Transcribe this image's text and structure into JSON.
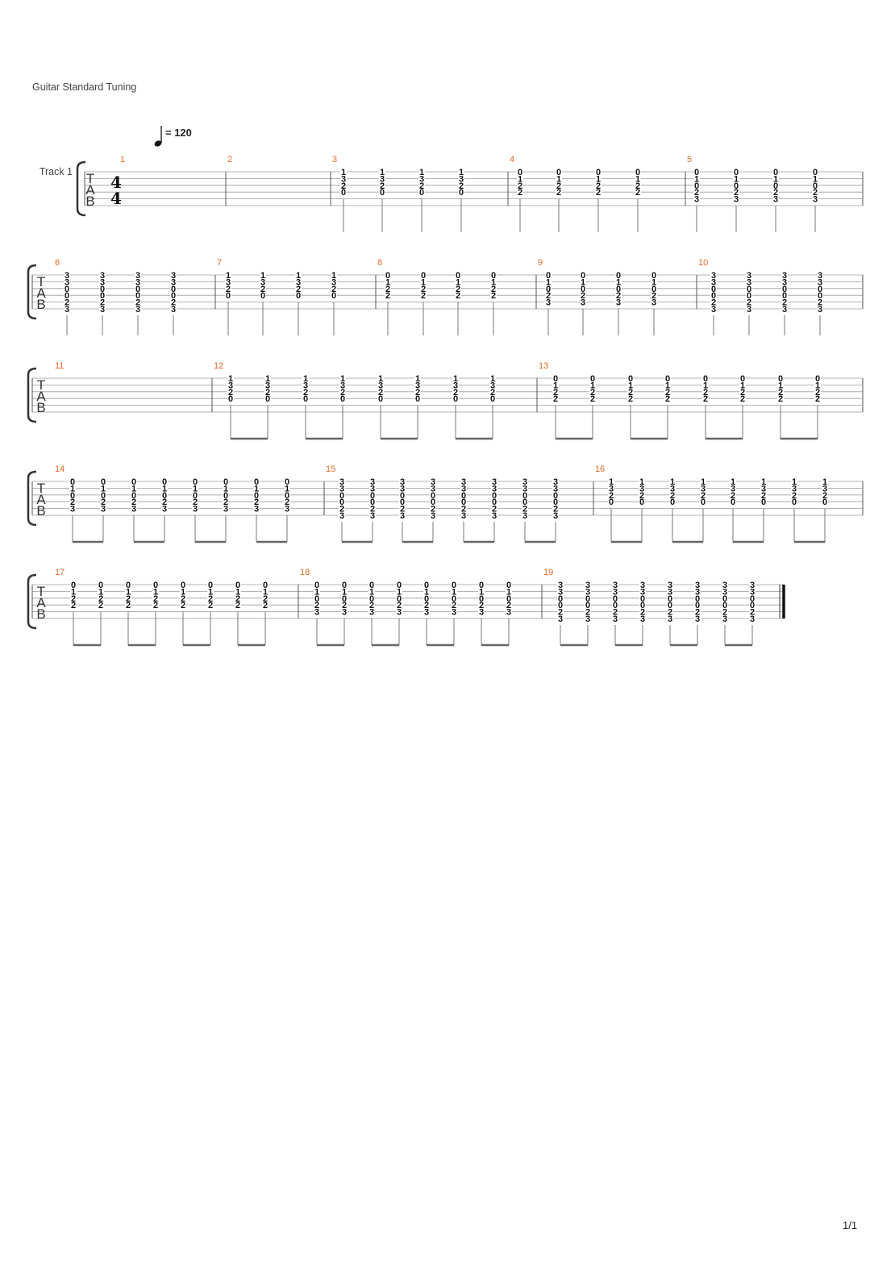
{
  "header": {
    "tuning": "Guitar Standard Tuning",
    "tempo": "= 120",
    "track_name": "Track 1",
    "clef": [
      "T",
      "A",
      "B"
    ],
    "time_signature": [
      "4",
      "4"
    ],
    "page_number": "1/1"
  },
  "chords": {
    "C1": [
      "1",
      "3",
      "2",
      "0"
    ],
    "C2": [
      "0",
      "1",
      "2",
      "2"
    ],
    "C3": [
      "0",
      "1",
      "0",
      "2",
      "3"
    ],
    "C4": [
      "3",
      "3",
      "0",
      "0",
      "2",
      "3"
    ]
  },
  "colors": {
    "measure_number": "#e06a26",
    "lines": "#9a9a9a",
    "text": "#111111"
  },
  "measures": [
    {
      "number": "1",
      "notes": []
    },
    {
      "number": "2",
      "notes": []
    },
    {
      "number": "3",
      "notes": [
        "C1",
        "C1",
        "C1",
        "C1"
      ],
      "beams": false
    },
    {
      "number": "4",
      "notes": [
        "C2",
        "C2",
        "C2",
        "C2"
      ],
      "beams": false
    },
    {
      "number": "5",
      "notes": [
        "C3",
        "C3",
        "C3",
        "C3"
      ],
      "beams": false
    },
    {
      "number": "6",
      "notes": [
        "C4",
        "C4",
        "C4",
        "C4"
      ],
      "beams": false
    },
    {
      "number": "7",
      "notes": [
        "C1",
        "C1",
        "C1",
        "C1"
      ],
      "beams": false
    },
    {
      "number": "8",
      "notes": [
        "C2",
        "C2",
        "C2",
        "C2"
      ],
      "beams": false
    },
    {
      "number": "9",
      "notes": [
        "C3",
        "C3",
        "C3",
        "C3"
      ],
      "beams": false
    },
    {
      "number": "10",
      "notes": [
        "C4",
        "C4",
        "C4",
        "C4"
      ],
      "beams": false
    },
    {
      "number": "11",
      "notes": []
    },
    {
      "number": "12",
      "notes": [
        "C1",
        "C1",
        "C1",
        "C1",
        "C1",
        "C1",
        "C1",
        "C1"
      ],
      "beams": true
    },
    {
      "number": "13",
      "notes": [
        "C2",
        "C2",
        "C2",
        "C2",
        "C2",
        "C2",
        "C2",
        "C2"
      ],
      "beams": true
    },
    {
      "number": "14",
      "notes": [
        "C3",
        "C3",
        "C3",
        "C3",
        "C3",
        "C3",
        "C3",
        "C3"
      ],
      "beams": true
    },
    {
      "number": "15",
      "notes": [
        "C4",
        "C4",
        "C4",
        "C4",
        "C4",
        "C4",
        "C4",
        "C4"
      ],
      "beams": true
    },
    {
      "number": "16",
      "notes": [
        "C1",
        "C1",
        "C1",
        "C1",
        "C1",
        "C1",
        "C1",
        "C1"
      ],
      "beams": true
    },
    {
      "number": "17",
      "notes": [
        "C2",
        "C2",
        "C2",
        "C2",
        "C2",
        "C2",
        "C2",
        "C2"
      ],
      "beams": true
    },
    {
      "number": "18",
      "notes": [
        "C3",
        "C3",
        "C3",
        "C3",
        "C3",
        "C3",
        "C3",
        "C3"
      ],
      "beams": true
    },
    {
      "number": "19",
      "notes": [
        "C4",
        "C4",
        "C4",
        "C4",
        "C4",
        "C4",
        "C4",
        "C4"
      ],
      "beams": true,
      "final": true
    }
  ]
}
